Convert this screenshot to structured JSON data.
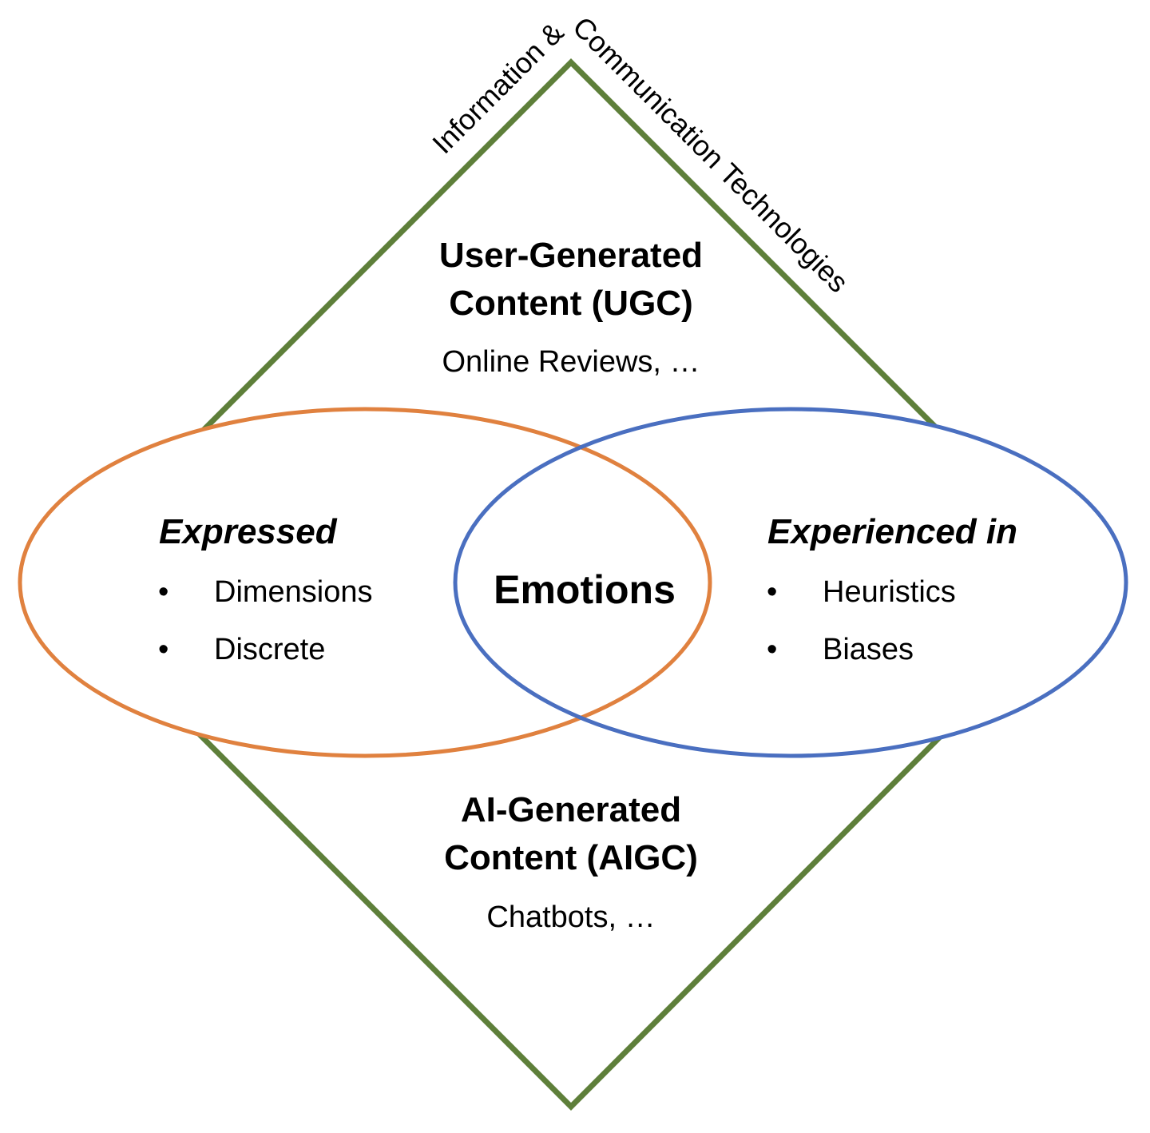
{
  "diagram": {
    "frame_label": "Information & Communication Technologies",
    "top": {
      "title_line1": "User-Generated",
      "title_line2": "Content (UGC)",
      "example": "Online Reviews, …"
    },
    "bottom": {
      "title_line1": "AI-Generated",
      "title_line2": "Content (AIGC)",
      "example": "Chatbots, …"
    },
    "left_set": {
      "heading": "Expressed",
      "bullet": "•",
      "items": [
        "Dimensions",
        "Discrete"
      ]
    },
    "right_set": {
      "heading": "Experienced in",
      "bullet": "•",
      "items": [
        "Heuristics",
        "Biases"
      ]
    },
    "center": "Emotions",
    "colors": {
      "diamond": "#5E7F3A",
      "left_ellipse": "#E0813F",
      "right_ellipse": "#4A6FC0",
      "text": "#000000"
    }
  }
}
